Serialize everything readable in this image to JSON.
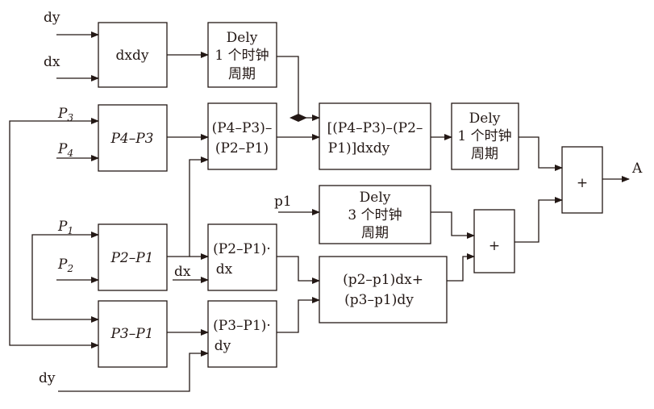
{
  "inputs": {
    "dy_top": "dy",
    "dx_top": "dx",
    "p3": "P",
    "p3_sub": "3",
    "p4": "P",
    "p4_sub": "4",
    "p1": "P",
    "p1_sub": "1",
    "p2": "P",
    "p2_sub": "2",
    "dx_mid": "dx",
    "p1_lower": "p1",
    "dy_bottom": "dy"
  },
  "blocks": {
    "dxdy": "dxdy",
    "delay1_line1": "Dely",
    "delay1_line2": "1 个时钟",
    "delay1_line3": "周期",
    "p4_minus_p3": "P4–P3",
    "diff_line1": "(P4–P3)–",
    "diff_line2": "(P2–P1)",
    "product_line1": "[(P4–P3)–(P2–",
    "product_line2": "P1)]dxdy",
    "delay2_line1": "Dely",
    "delay2_line2": "1 个时钟",
    "delay2_line3": "周期",
    "delay3_line1": "Dely",
    "delay3_line2": "3 个时钟",
    "delay3_line3": "周期",
    "p2_minus_p1": "P2–P1",
    "p2p1dx_line1": "(P2–P1)·",
    "p2p1dx_line2": "dx",
    "sum_line1": "(p2–p1)dx+",
    "sum_line2": "(p3–p1)dy",
    "p3_minus_p1": "P3–P1",
    "p3p1dy_line1": "(P3–P1)·",
    "p3p1dy_line2": "dy",
    "adder_symbol": "+"
  },
  "output": "A"
}
